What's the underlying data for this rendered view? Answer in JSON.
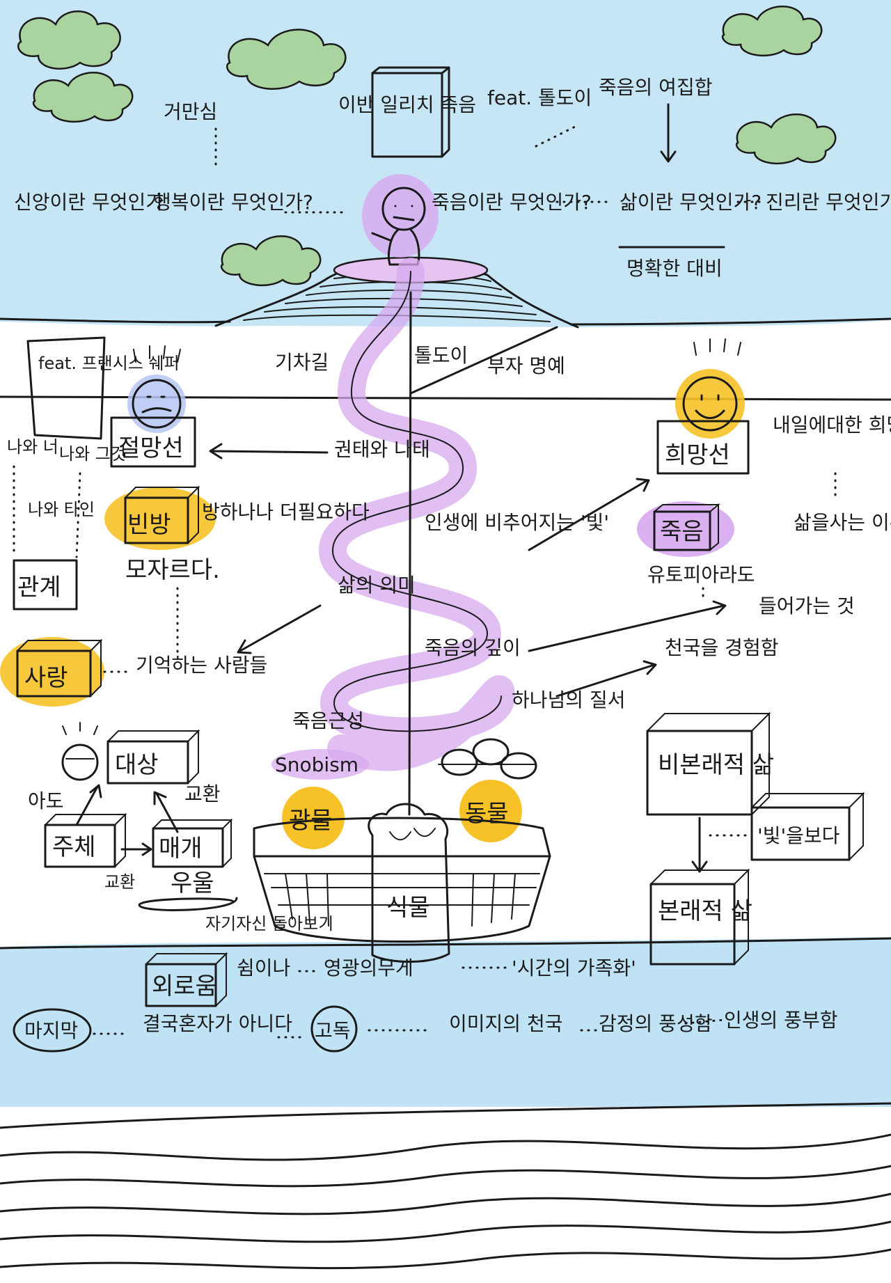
{
  "colors": {
    "sky": "#c7e6f5",
    "sea": "#bfe3f5",
    "yellow": "#f7c227",
    "lavender": "#d9b2ec",
    "lavender_path": "#d7a9ef",
    "periwinkle": "#b5c5f5",
    "green": "#4cc146",
    "ink": "#1a1a1a"
  },
  "labels": {
    "feat_toldoi_book": "이반 일리치 죽음",
    "feat_toldoi": "feat. 톨도이",
    "death_set": "죽음의 여집합",
    "arrogance": "거만심",
    "faith": "신앙이란 무엇인가",
    "happiness": "행복이란 무엇인가?",
    "death_q": "죽음이란 무엇인가?",
    "life_q": "삶이란 무엇인가?",
    "truth_q": "진리란 무엇인가?",
    "clear_contrast": "명확한 대비",
    "railroad": "기차길",
    "toldoi_rich": "톨도이",
    "rich_fame": "부자 명예",
    "feat_frances": "feat. 프랜시스 쉐퍼",
    "despair_line": "절망선",
    "hope_line": "희망선",
    "hope_tomorrow": "내일에대한 희망",
    "reason_live": "삶을사는 이유",
    "other_me": "권태와 나태",
    "me_and_other": "나와 너",
    "me_and_self": "나와 타인",
    "me_and_it": "나와 그것",
    "light_life": "인생에 비추어지는 '빛'",
    "poverty": "빈방",
    "poverty_desc": "방하나나 더필요하다",
    "lacking": "모자르다.",
    "relation": "관계",
    "meaning_life": "삶의 의미",
    "death_box": "죽음",
    "even_hunger": "유토피아라도",
    "entering": "들어가는 것",
    "love": "사랑",
    "remember": "기억하는 사람들",
    "depth_death": "죽음의 깊이",
    "heaven": "천국을 경험함",
    "god_order": "하나님의 질서",
    "ethics_taste": "죽음근성",
    "snobbish": "Snobism",
    "non_real": "비본래적 삶",
    "object": "대상",
    "child": "아도",
    "exchange": "교환",
    "mineral": "광물",
    "animal": "동물",
    "see_light": "'빛'을보다",
    "subject": "주체",
    "medium": "매개",
    "exchange2": "교환",
    "depression": "우울",
    "self_intro": "자기자신 돌아보기",
    "plant": "식물",
    "real_life": "본래적 삶",
    "loneliness": "외로움",
    "rest": "쉼이나",
    "soul_weight": "영광의무게",
    "time_family": "'시간의 가족화'",
    "last": "마지막",
    "not_alone": "결국혼자가 아니다",
    "solitude": "고독",
    "image_heaven": "이미지의 천국",
    "emotion_rich": "감정의 풍성함",
    "life_abundance": "인생의 풍부함"
  }
}
